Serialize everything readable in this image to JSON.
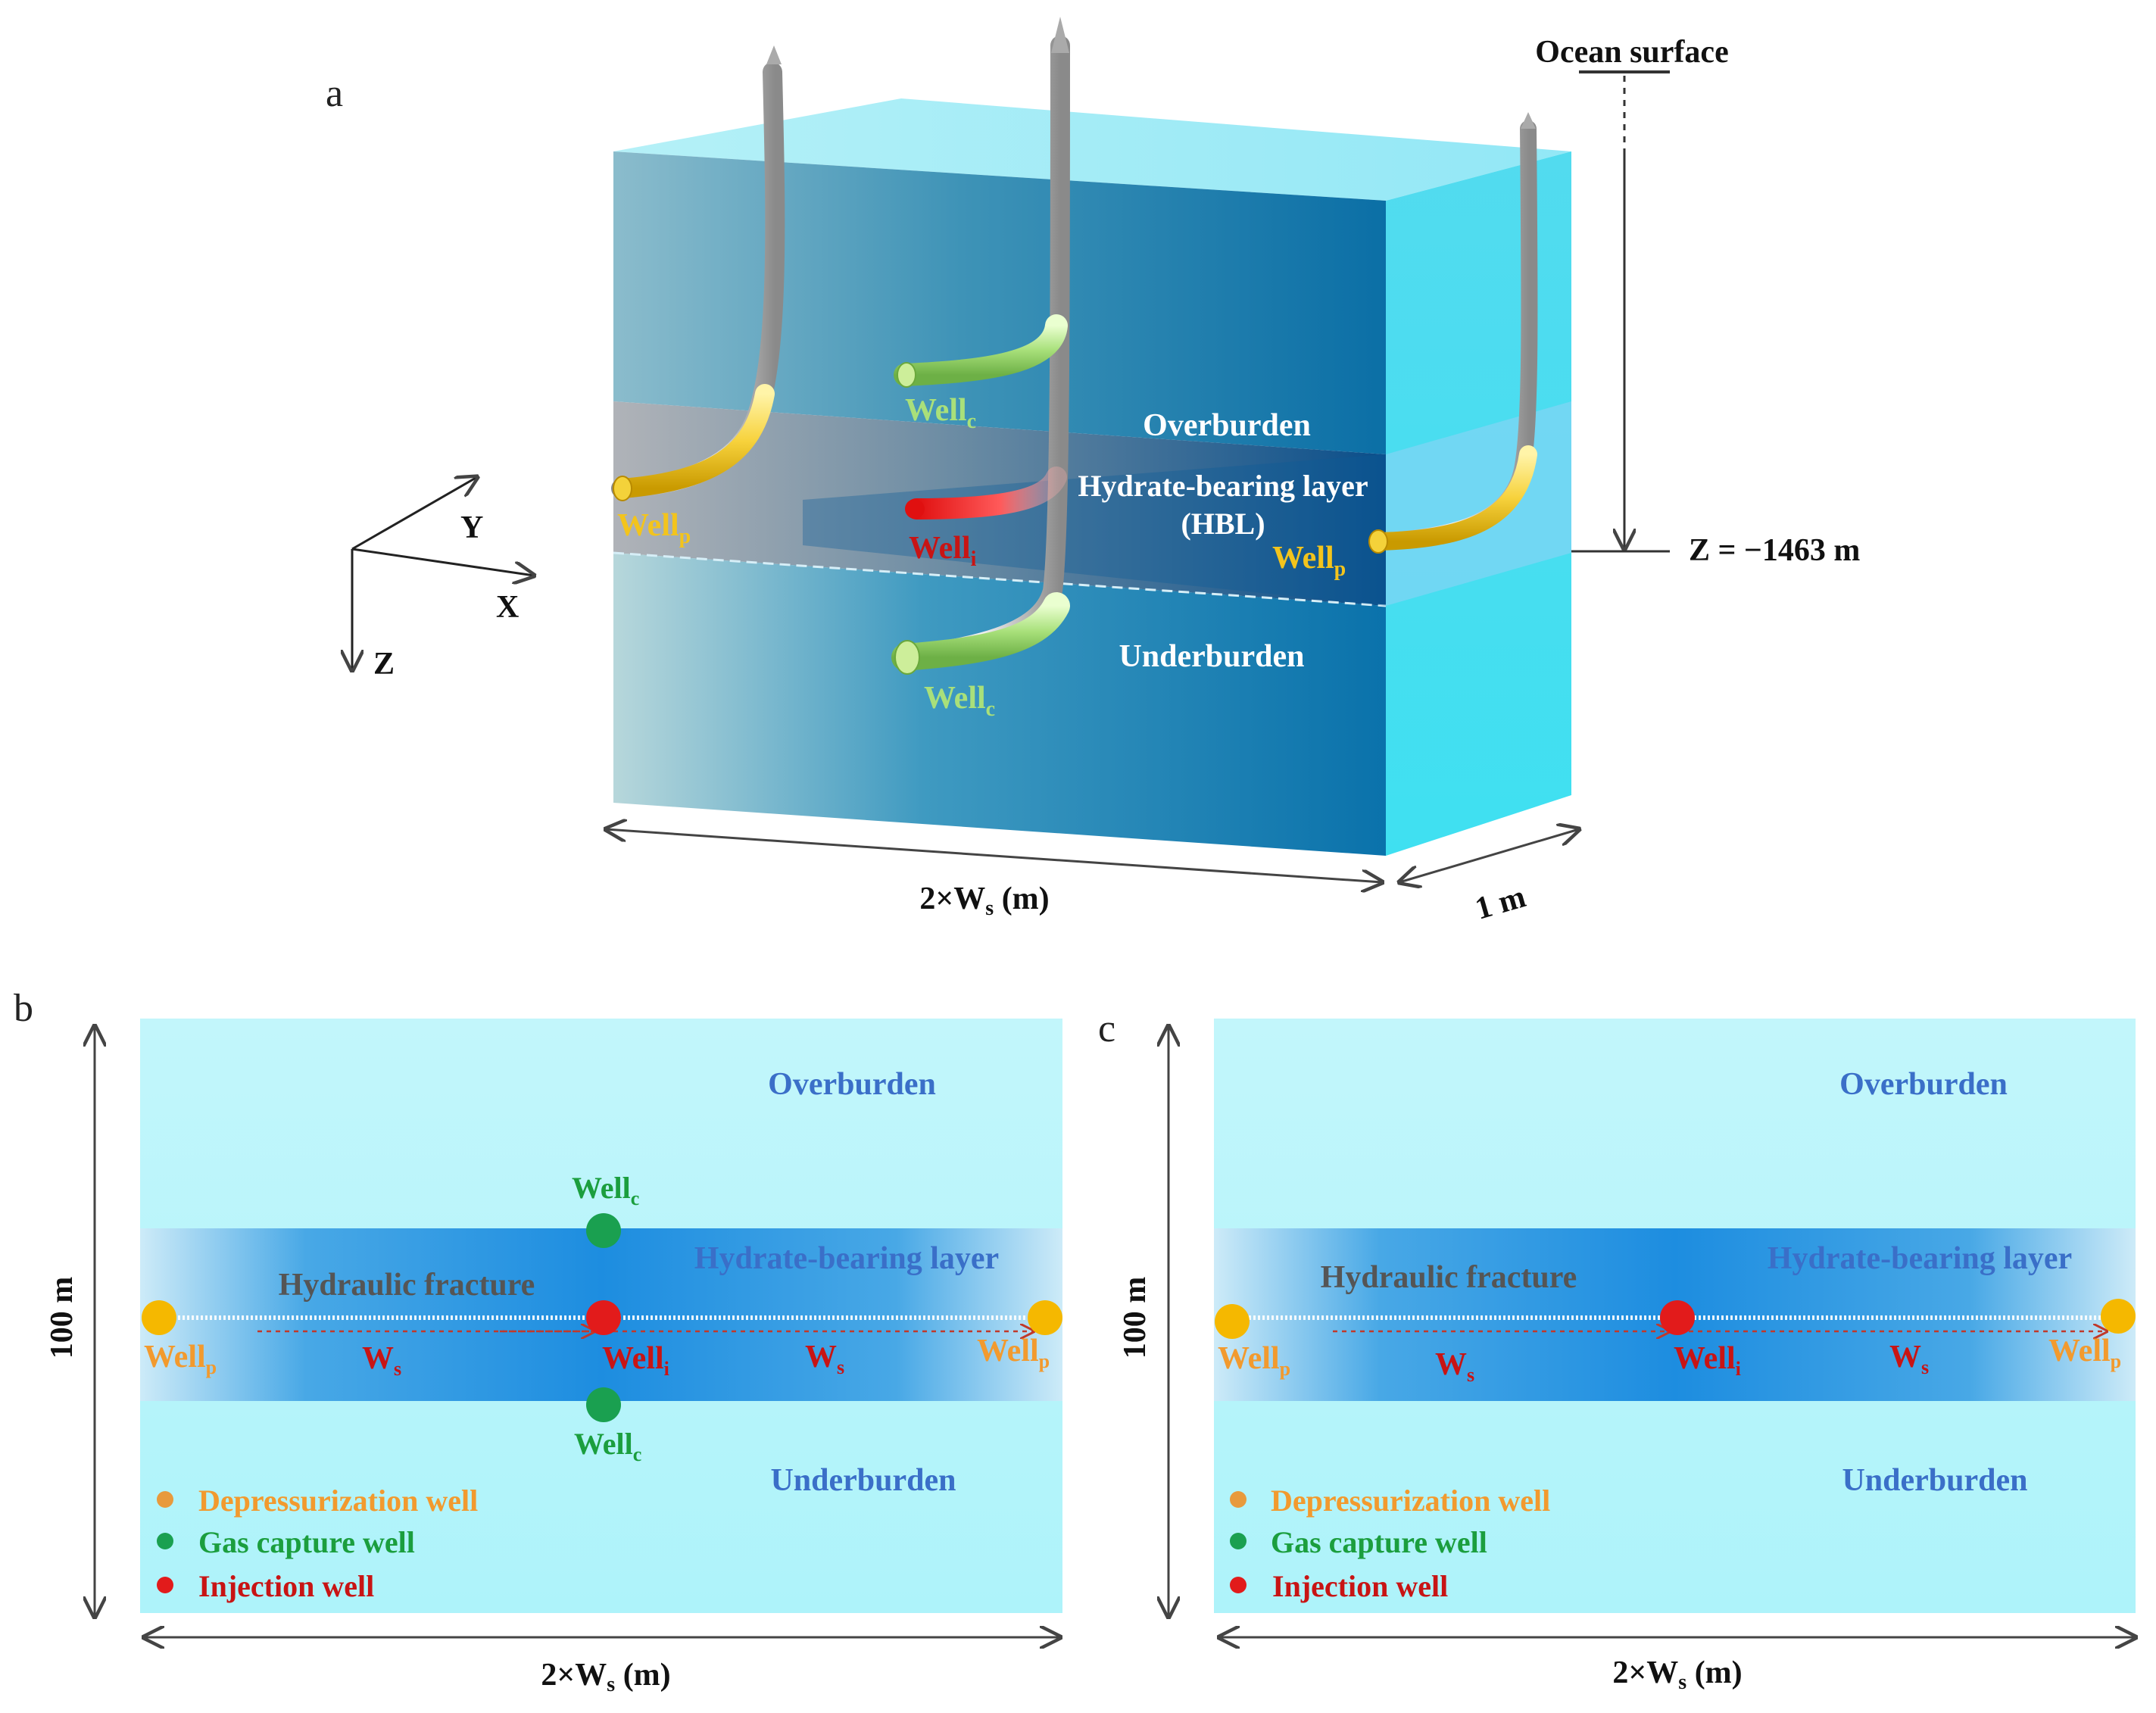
{
  "panel_a": {
    "letter": "a",
    "ocean_surface": "Ocean surface",
    "z_depth": "Z = −1463 m",
    "axis_x": "X",
    "axis_y": "Y",
    "axis_z": "Z",
    "overburden": "Overburden",
    "hbl_line1": "Hydrate-bearing layer",
    "hbl_line2": "(HBL)",
    "underburden": "Underburden",
    "well_c_top": {
      "base": "Well",
      "sub": "c"
    },
    "well_c_bottom": {
      "base": "Well",
      "sub": "c"
    },
    "well_i": {
      "base": "Well",
      "sub": "i"
    },
    "well_p_left": {
      "base": "Well",
      "sub": "p"
    },
    "well_p_right": {
      "base": "Well",
      "sub": "p"
    },
    "width_dim": {
      "prefix": "2×W",
      "sub": "s",
      "suffix": " (m)"
    },
    "depth_dim": "1 m"
  },
  "panel_b": {
    "letter": "b",
    "overburden": "Overburden",
    "hbl": "Hydrate-bearing layer",
    "underburden": "Underburden",
    "fracture": "Hydraulic fracture",
    "height_dim": "100 m",
    "width_dim": {
      "prefix": "2×W",
      "sub": "s",
      "suffix": " (m)"
    },
    "well_c_top": {
      "base": "Well",
      "sub": "c"
    },
    "well_c_bottom": {
      "base": "Well",
      "sub": "c"
    },
    "well_i": {
      "base": "Well",
      "sub": "i"
    },
    "well_p_left": {
      "base": "Well",
      "sub": "p"
    },
    "well_p_right": {
      "base": "Well",
      "sub": "p"
    },
    "ws_left": {
      "base": "W",
      "sub": "s"
    },
    "ws_right": {
      "base": "W",
      "sub": "s"
    },
    "legend": [
      {
        "label": "Depressurization well",
        "color": "#e89a3c"
      },
      {
        "label": "Gas capture well",
        "color": "#1aa050"
      },
      {
        "label": "Injection well",
        "color": "#e21b1b"
      }
    ]
  },
  "panel_c": {
    "letter": "c",
    "overburden": "Overburden",
    "hbl": "Hydrate-bearing layer",
    "underburden": "Underburden",
    "fracture": "Hydraulic fracture",
    "height_dim": "100 m",
    "width_dim": {
      "prefix": "2×W",
      "sub": "s",
      "suffix": " (m)"
    },
    "well_i": {
      "base": "Well",
      "sub": "i"
    },
    "well_p_left": {
      "base": "Well",
      "sub": "p"
    },
    "well_p_right": {
      "base": "Well",
      "sub": "p"
    },
    "ws_left": {
      "base": "W",
      "sub": "s"
    },
    "ws_right": {
      "base": "W",
      "sub": "s"
    },
    "legend": [
      {
        "label": "Depressurization well",
        "color": "#e89a3c"
      },
      {
        "label": "Gas capture well",
        "color": "#1aa050"
      },
      {
        "label": "Injection well",
        "color": "#e21b1b"
      }
    ]
  },
  "colors": {
    "ocean_light": "#bdf6fb",
    "ocean_cyan": "#6ee6f5",
    "hbl_blue": "#1e8fe0",
    "box_dark": "#0a6fa6",
    "production": "#f5b800",
    "injection": "#e21b1b",
    "capture": "#1aa050",
    "well_p_text": "#f29a2e",
    "well_i_text": "#c81414",
    "well_c_text": "#1b9e3e",
    "region_text": "#3a6fc8",
    "fracture_text": "#555555"
  }
}
